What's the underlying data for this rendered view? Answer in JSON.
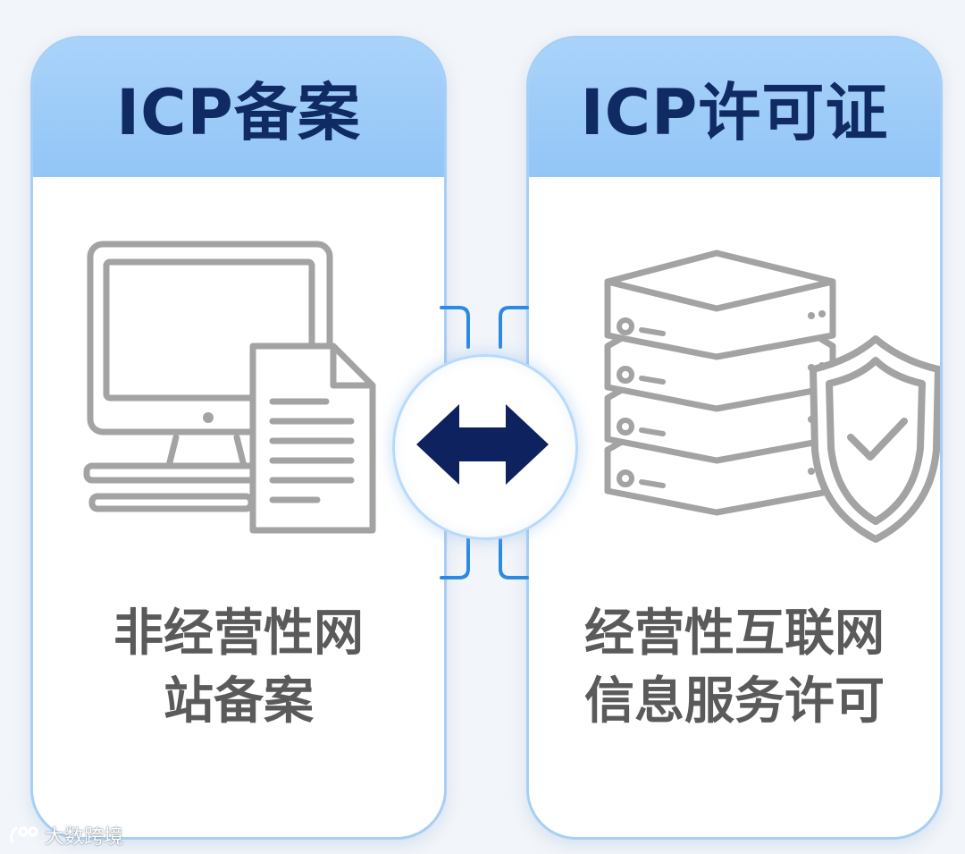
{
  "left_card": {
    "title": "ICP备案",
    "icon": "computer-document-icon",
    "description_lines": [
      "非经营性网",
      "站备案"
    ]
  },
  "right_card": {
    "title": "ICP许可证",
    "icon": "server-shield-icon",
    "description_lines": [
      "经营性互联网",
      "信息服务许可"
    ]
  },
  "center": {
    "icon": "double-arrow-icon"
  },
  "watermark": {
    "icon": "watermark-logo-icon",
    "text": "大数跨境"
  },
  "colors": {
    "header_bg": "#9ccbf8",
    "title_text": "#102a63",
    "border": "#a7cff5",
    "icon_gray": "#a3a3a3",
    "desc_text": "#5a5a5a",
    "arrow": "#0f2260",
    "connector": "#2b8ae2"
  }
}
